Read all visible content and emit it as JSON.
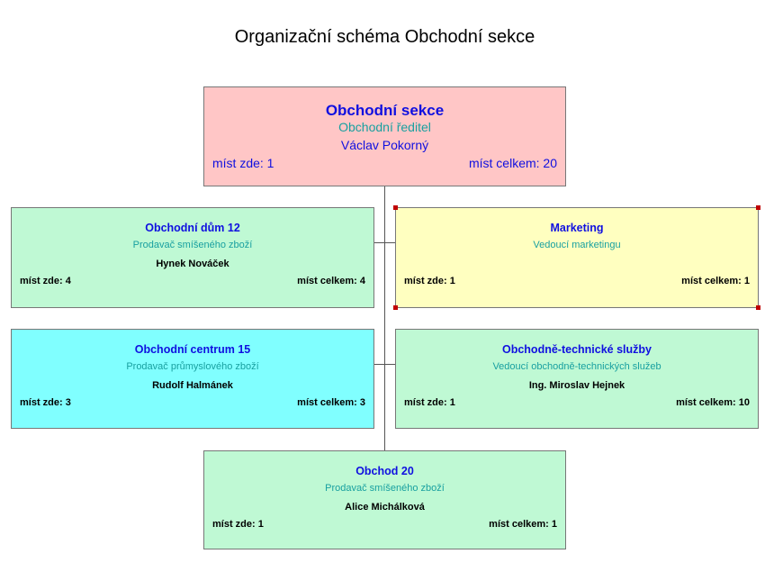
{
  "title": "Organizační schéma Obchodní sekce",
  "root": {
    "name": "Obchodní sekce",
    "role": "Obchodní ředitel",
    "person": "Václav Pokorný",
    "here": "míst zde: 1",
    "total": "míst celkem: 20"
  },
  "nodes": [
    {
      "name": "Obchodní dům 12",
      "role": "Prodavač smíšeného zboží",
      "person": "Hynek Nováček",
      "here": "míst zde: 4",
      "total": "míst celkem: 4"
    },
    {
      "name": "Marketing",
      "role": "Vedoucí marketingu",
      "person": "",
      "here": "míst zde: 1",
      "total": "míst celkem: 1"
    },
    {
      "name": "Obchodní centrum 15",
      "role": "Prodavač průmyslového zboží",
      "person": "Rudolf Halmánek",
      "here": "míst zde: 3",
      "total": "míst celkem: 3"
    },
    {
      "name": "Obchodně-technické služby",
      "role": "Vedoucí obchodně-technických služeb",
      "person": "Ing. Miroslav Hejnek",
      "here": "míst zde: 1",
      "total": "míst celkem: 10"
    },
    {
      "name": "Obchod 20",
      "role": "Prodavač smíšeného zboží",
      "person": "Alice Michálková",
      "here": "míst zde: 1",
      "total": "míst celkem: 1"
    }
  ],
  "colors": {
    "root_fill": "#ffc6c6",
    "green_fill": "#bff9d4",
    "yellow_fill": "#ffffc0",
    "cyan_fill": "#80ffff",
    "name_text": "#1010e0",
    "role_text": "#18a0a0",
    "selection_handle": "#c00000"
  }
}
